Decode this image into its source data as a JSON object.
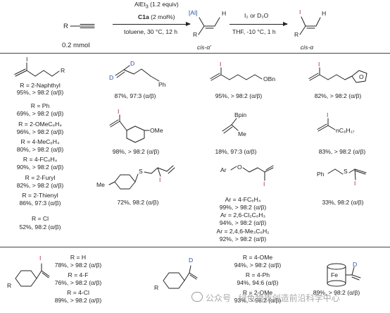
{
  "header": {
    "substrate_label": "R",
    "amount": "0.2 mmol",
    "reagent1": "AlEt",
    "reagent1_sub": "3",
    "reagent1_equiv": " (1.2 equiv)",
    "catalyst": "C1a",
    "catalyst_loading": " (2 mol%)",
    "conditions1": "toluene, 30 °C, 12 h",
    "al_label": "[Al]",
    "h_label": "H",
    "intermediate_label": "cis-α'",
    "reagent2": "I₂ or D₂O",
    "conditions2": "THF, -10 °C, 1 h",
    "i_label": "I",
    "product_label": "cis-α"
  },
  "col1": {
    "iodo_label": "I",
    "r_label": "R",
    "items": [
      {
        "r": "R = 2-Naphthyl",
        "y": "95%, > 98:2 (α/β)"
      },
      {
        "r": "R = Ph",
        "y": "69%, > 98:2 (α/β)"
      },
      {
        "r": "R = 2-OMeC₆H₄",
        "y": "96%, > 98:2 (α/β)"
      },
      {
        "r": "R = 4-MeC₆H₄",
        "y": "80%, > 98:2 (α/β)"
      },
      {
        "r": "R = 4-FC₆H₄",
        "y": "90%, > 98:2 (α/β)"
      },
      {
        "r": "R = 2-Furyl",
        "y": "82%, > 98:2 (α/β)"
      },
      {
        "r": "R = 2-Thienyl",
        "y": "86%, 97:3 (α/β)"
      },
      {
        "r": "R = Cl",
        "y": "52%, 98:2 (α/β)"
      }
    ]
  },
  "grid": {
    "p1": {
      "d1": "D",
      "d2": "D",
      "ph": "Ph",
      "yield": "87%, 97:3 (α/β)"
    },
    "p2": {
      "i": "I",
      "obn": "OBn",
      "yield": "95%, > 98:2 (α/β)"
    },
    "p3": {
      "i": "I",
      "o": "O",
      "yield": "82%, > 98:2 (α/β)"
    },
    "p4": {
      "i": "I",
      "ome": "OMe",
      "yield": "98%, > 98:2 (α/β)"
    },
    "p5": {
      "bpin": "Bpin",
      "me": "Me",
      "yield": "18%, 97:3 (α/β)"
    },
    "p6": {
      "i": "I",
      "chain": "nC₈H₁₇",
      "yield": "83%, > 98:2 (α/β)"
    },
    "p7": {
      "me": "Me",
      "s": "S",
      "i": "I",
      "yield": "72%, 98:2 (α/β)"
    },
    "p8": {
      "ar": "Ar",
      "o": "O",
      "i": "I",
      "items": [
        {
          "r": "Ar = 4-FC₆H₄",
          "y": "99%, > 98:2 (α/β)"
        },
        {
          "r": "Ar = 2,6-Cl₂C₆H₃",
          "y": "94%, > 98:2 (α/β)"
        },
        {
          "r": "Ar = 2,4,6-Me₃C₆H₂",
          "y": "92%, > 98:2 (α/β)"
        }
      ]
    },
    "p9": {
      "ph": "Ph",
      "s": "S",
      "i": "I",
      "yield": "33%, 98:2 (α/β)"
    }
  },
  "bottom": {
    "left_i": "I",
    "left_r": "R",
    "left_items": [
      {
        "r": "R = H",
        "y": "78%, > 98:2 (α/β)"
      },
      {
        "r": "R = 4-F",
        "y": "76%, > 98:2 (α/β)"
      },
      {
        "r": "R = 4-Cl",
        "y": "89%, > 98:2 (α/β)"
      }
    ],
    "mid_d": "D",
    "mid_r": "R",
    "mid_items": [
      {
        "r": "R = 4-OMe",
        "y": "94%, > 98:2 (α/β)"
      },
      {
        "r": "R = 4-Ph",
        "y": "94%, 94:6 (α/β)"
      },
      {
        "r": "R = 2-OMe",
        "y": "93%, > 98:2 (α/β)"
      }
    ],
    "fe": "Fe",
    "right_d": "D",
    "right_yield": "89%, > 98:2 (α/β)"
  },
  "watermark": "公众号 · 绿色物质创造前沿科学中心",
  "colors": {
    "accent_red": "#b0243a",
    "accent_blue": "#2a4ea8",
    "ink": "#222222"
  }
}
